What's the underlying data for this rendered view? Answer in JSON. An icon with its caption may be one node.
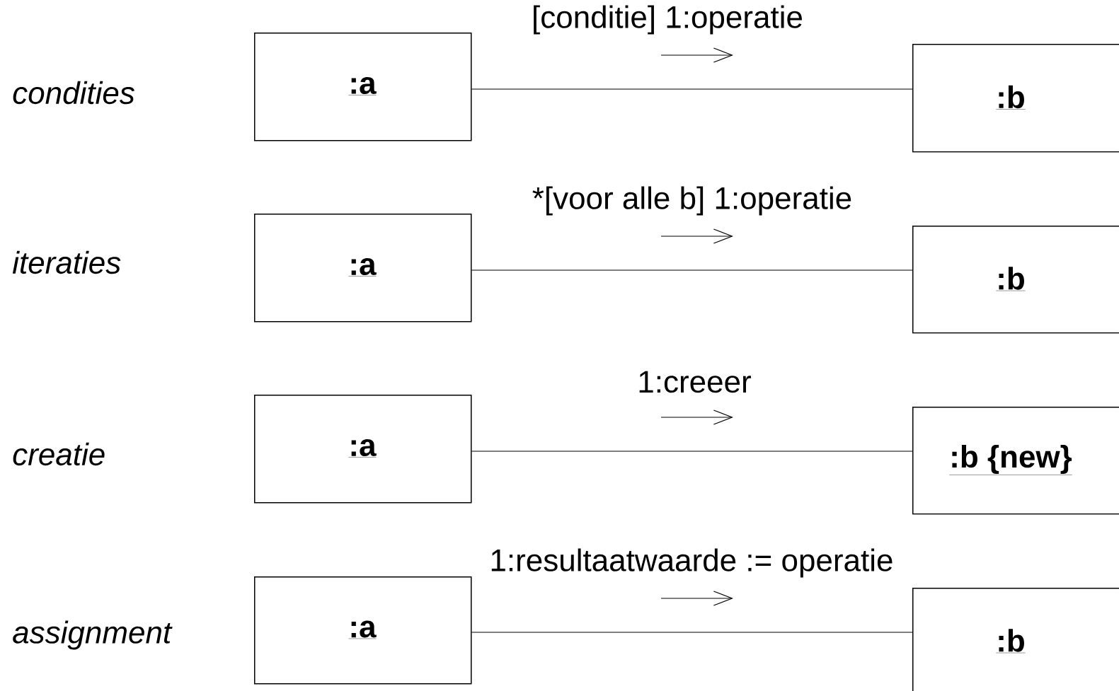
{
  "diagram": {
    "nodes": [
      {
        "text": [
          ":a"
        ]
      },
      {
        "text": [
          ":a"
        ]
      },
      {
        "text": [
          ":a"
        ]
      },
      {
        "text": [
          ":a"
        ]
      },
      {
        "text": [
          ":b"
        ]
      },
      {
        "text": [
          ":b"
        ]
      },
      {
        "text": [
          ":b {new}"
        ]
      },
      {
        "text": [
          ":b"
        ]
      }
    ],
    "edges": [
      {
        "from": 0,
        "to": 4,
        "arrow": "none",
        "label": "[conditie] 1:operatie"
      },
      {
        "from": 1,
        "to": 5,
        "arrow": "none",
        "label": "*[voor alle b] 1:operatie"
      },
      {
        "from": 2,
        "to": 6,
        "arrow": "none",
        "label": "1:creeer"
      },
      {
        "from": 3,
        "to": 7,
        "arrow": "none",
        "label": "1:resultaatwaarde := operatie"
      }
    ],
    "labels": [
      "condities",
      "iteraties",
      "creatie",
      "assignment"
    ]
  }
}
